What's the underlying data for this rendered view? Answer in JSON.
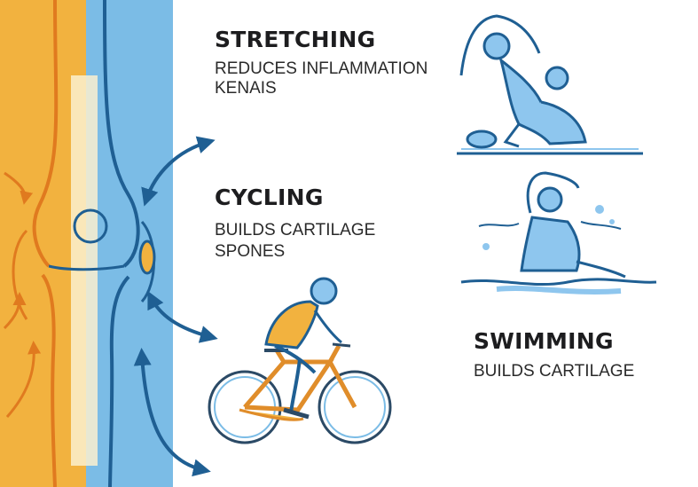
{
  "colors": {
    "orange": "#f2b23f",
    "orange_line": "#e07a1f",
    "blue": "#7bbce6",
    "blue_line": "#1f5f93",
    "figure_fill": "#8ec6ee",
    "text": "#1d1d1f"
  },
  "activities": [
    {
      "title": "STRETCHING",
      "lines": [
        "REDUCES INFLAMMATION",
        "KENAIS"
      ]
    },
    {
      "title": "CYCLING",
      "lines": [
        "BUILDS CARTILAGE",
        "SPONES"
      ]
    },
    {
      "title": "SWIMMING",
      "lines": [
        "BUILDS CARTILAGE"
      ]
    }
  ],
  "icons": [
    "knee-joint-icon",
    "stretching-figure-icon",
    "swimming-figure-icon",
    "cyclist-icon",
    "curved-arrow-icon"
  ]
}
